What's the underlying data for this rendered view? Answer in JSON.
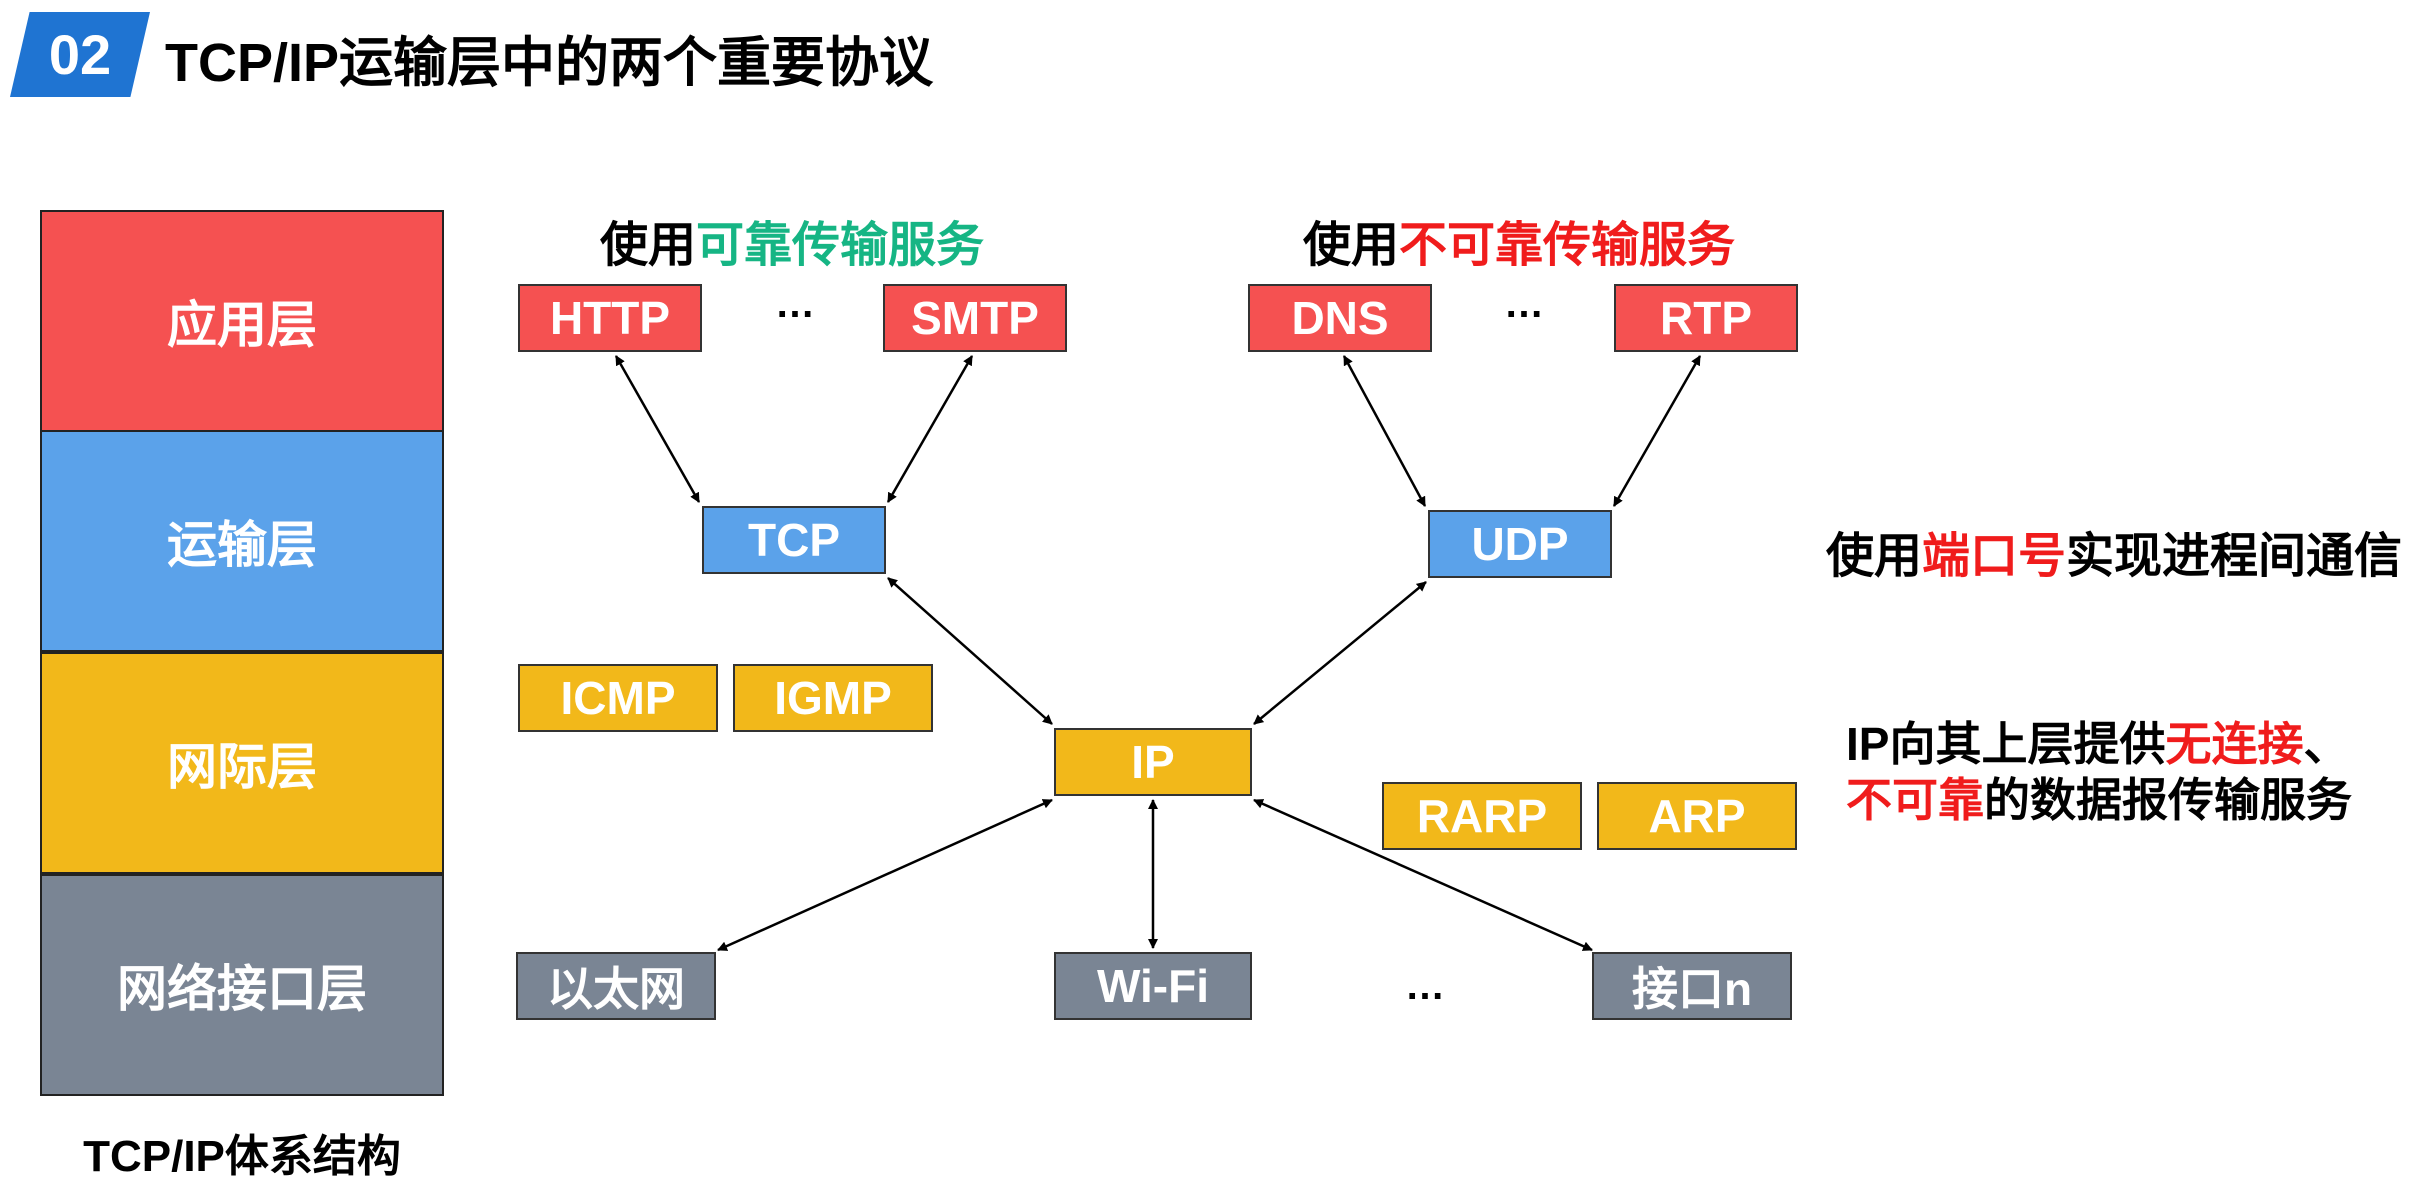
{
  "header": {
    "section_number": "02",
    "title": "TCP/IP运输层中的两个重要协议"
  },
  "stack": {
    "layers": [
      {
        "label": "应用层",
        "color": "#f55151"
      },
      {
        "label": "运输层",
        "color": "#5ba2ea"
      },
      {
        "label": "网际层",
        "color": "#f2b81a"
      },
      {
        "label": "网络接口层",
        "color": "#7a8594"
      }
    ],
    "caption": "TCP/IP体系结构"
  },
  "groups": {
    "tcp_heading": {
      "prefix": "使用",
      "highlight": "可靠传输服务",
      "highlight_color": "#16b584"
    },
    "udp_heading": {
      "prefix": "使用",
      "highlight": "不可靠传输服务",
      "highlight_color": "#f01c1c"
    }
  },
  "protocols": {
    "http": "HTTP",
    "smtp": "SMTP",
    "dns": "DNS",
    "rtp": "RTP",
    "tcp": "TCP",
    "udp": "UDP",
    "icmp": "ICMP",
    "igmp": "IGMP",
    "ip": "IP",
    "rarp": "RARP",
    "arp": "ARP",
    "ethernet": "以太网",
    "wifi": "Wi-Fi",
    "interface_n": "接口n",
    "ellipsis": "…"
  },
  "notes": {
    "port_note": {
      "prefix": "使用",
      "highlight": "端口号",
      "suffix": "实现进程间通信"
    },
    "ip_note": {
      "line1_prefix": "IP向其上层提供",
      "line1_highlight": "无连接",
      "line1_suffix": "、",
      "line2_highlight": "不可靠",
      "line2_suffix": "的数据报传输服务"
    }
  },
  "colors": {
    "accent_blue": "#1f74d2",
    "app_red": "#f55151",
    "transport_blue": "#5ba2ea",
    "internet_yellow": "#f2b81a",
    "link_gray": "#7a8594",
    "reliable_green": "#16b584",
    "unreliable_red": "#f01c1c"
  }
}
